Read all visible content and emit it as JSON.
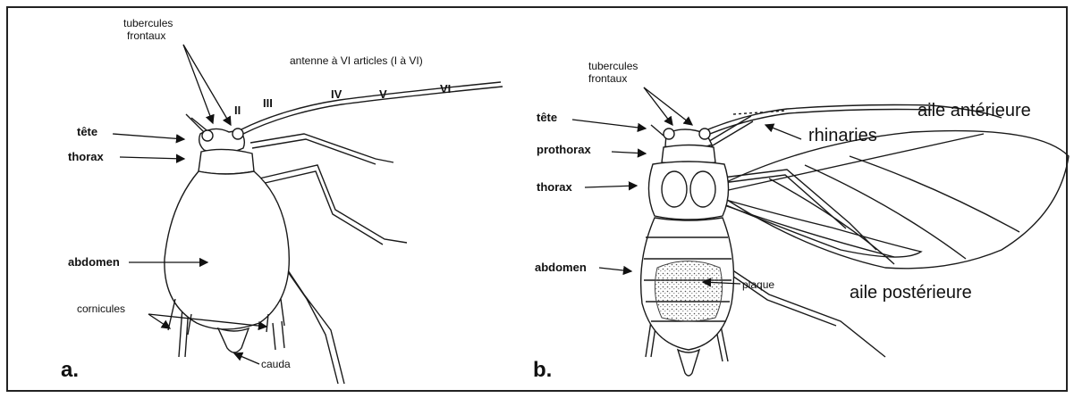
{
  "panel_a": {
    "letter": "a.",
    "labels": {
      "tubercules_line1": "tubercules",
      "tubercules_line2": "frontaux",
      "antenne": "antenne à VI articles (I à VI)",
      "seg_II": "II",
      "seg_III": "III",
      "seg_IV": "IV",
      "seg_V": "V",
      "seg_VI": "VI",
      "tete": "tête",
      "thorax": "thorax",
      "abdomen": "abdomen",
      "cornicules": "cornicules",
      "cauda": "cauda"
    }
  },
  "panel_b": {
    "letter": "b.",
    "labels": {
      "tubercules_line1": "tubercules",
      "tubercules_line2": "frontaux",
      "tete": "tête",
      "prothorax": "prothorax",
      "thorax": "thorax",
      "abdomen": "abdomen",
      "plaque": "plaque",
      "rhinaries": "rhinaries",
      "aile_anterieure": "aile antérieure",
      "aile_posterieure": "aile postérieure"
    }
  },
  "colors": {
    "ink": "#1a1a1a",
    "border": "#222222",
    "background": "#ffffff"
  }
}
